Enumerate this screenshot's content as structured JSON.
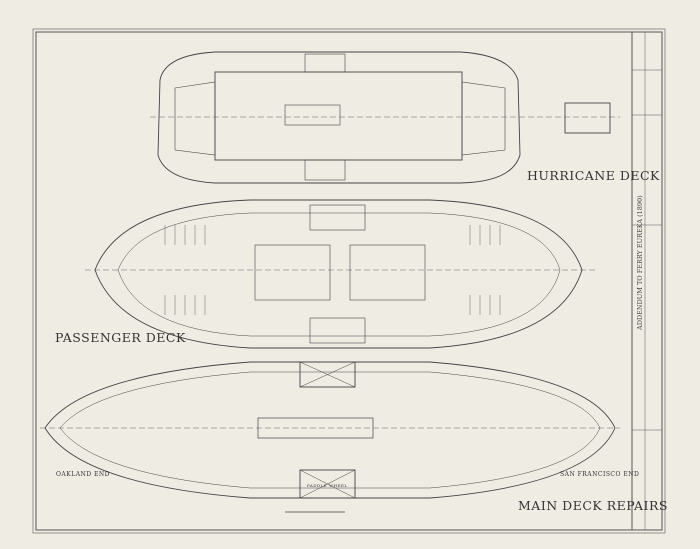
{
  "drawing": {
    "hurricane_deck_label": "HURRICANE DECK",
    "passenger_deck_label": "PASSENGER DECK",
    "main_deck_label": "MAIN DECK REPAIRS",
    "oakland_end": "OAKLAND END",
    "san_francisco_end": "SAN FRANCISCO END",
    "paddle_wheel": "PADDLE WHEEL"
  },
  "title_block": {
    "title": "ADDENDUM TO FERRY EUREKA (1890)"
  },
  "colors": {
    "paper": "#efece4",
    "ink": "#3a3a3a"
  }
}
